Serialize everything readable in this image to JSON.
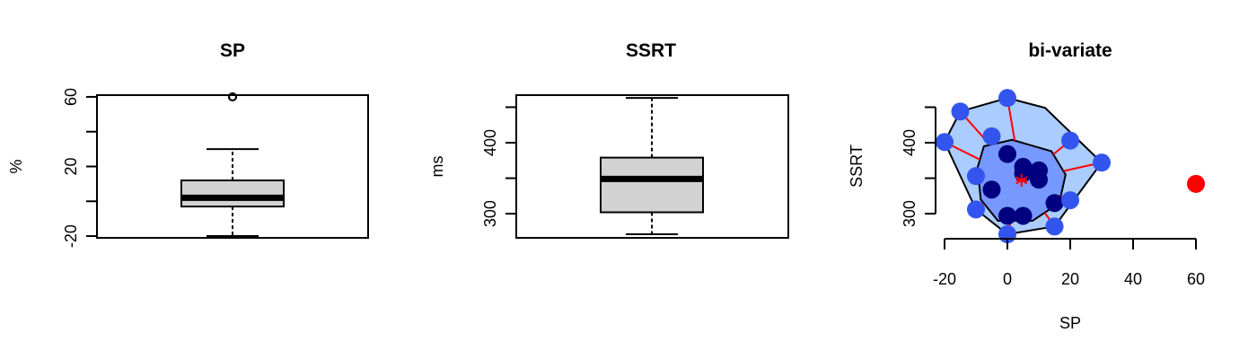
{
  "chart_data": [
    {
      "type": "boxplot",
      "title": "SP",
      "xlabel": "",
      "ylabel": "%",
      "ylim": [
        -21,
        61
      ],
      "yticks": [
        -20,
        0,
        20,
        40,
        60
      ],
      "ytick_labels": [
        "-20",
        "20",
        "60"
      ],
      "box": {
        "whisker_low": -20,
        "q1": -3,
        "median": 2,
        "q3": 12,
        "whisker_high": 30,
        "outliers": [
          60
        ]
      },
      "box_fill": "#d3d3d3"
    },
    {
      "type": "boxplot",
      "title": "SSRT",
      "xlabel": "",
      "ylabel": "ms",
      "ylim": [
        266,
        467
      ],
      "yticks": [
        300,
        350,
        400,
        450
      ],
      "ytick_labels": [
        "300",
        "400"
      ],
      "box": {
        "whisker_low": 271,
        "q1": 302,
        "median": 349,
        "q3": 379,
        "whisker_high": 463,
        "outliers": []
      },
      "box_fill": "#d3d3d3"
    },
    {
      "type": "scatter",
      "title": "bi-variate",
      "xlabel": "SP",
      "ylabel": "SSRT",
      "xlim": [
        -20,
        60
      ],
      "ylim": [
        266,
        467
      ],
      "xticks": [
        -20,
        0,
        20,
        40,
        60
      ],
      "xtick_labels": [
        "-20",
        "0",
        "20",
        "40",
        "60"
      ],
      "yticks": [
        300,
        350,
        400,
        450
      ],
      "ytick_labels": [
        "300",
        "400"
      ],
      "center": {
        "x": 4.5,
        "y": 347
      },
      "inner_points": [
        {
          "x": 0,
          "y": 384
        },
        {
          "x": 5,
          "y": 366
        },
        {
          "x": 5,
          "y": 357
        },
        {
          "x": 10,
          "y": 361
        },
        {
          "x": 10,
          "y": 348
        },
        {
          "x": -5,
          "y": 334
        },
        {
          "x": 0,
          "y": 297
        },
        {
          "x": 5,
          "y": 297
        },
        {
          "x": 15,
          "y": 315
        }
      ],
      "outer_points": [
        {
          "x": 0,
          "y": 463
        },
        {
          "x": -15,
          "y": 444
        },
        {
          "x": -20,
          "y": 401
        },
        {
          "x": -5,
          "y": 409
        },
        {
          "x": 20,
          "y": 403
        },
        {
          "x": 30,
          "y": 372
        },
        {
          "x": -10,
          "y": 353
        },
        {
          "x": -10,
          "y": 306
        },
        {
          "x": 20,
          "y": 319
        },
        {
          "x": 0,
          "y": 271
        },
        {
          "x": 15,
          "y": 282
        }
      ],
      "outliers": [
        {
          "x": 60,
          "y": 342
        }
      ],
      "bag_polygon": [
        {
          "x": -7.5,
          "y": 395
        },
        {
          "x": 1.5,
          "y": 404
        },
        {
          "x": 14,
          "y": 388
        },
        {
          "x": 18.5,
          "y": 355
        },
        {
          "x": 16.5,
          "y": 315
        },
        {
          "x": 8,
          "y": 290
        },
        {
          "x": -3,
          "y": 290
        },
        {
          "x": -8.5,
          "y": 320
        },
        {
          "x": -9.5,
          "y": 365
        }
      ],
      "fence_polygon": [
        {
          "x": -20,
          "y": 401
        },
        {
          "x": -15,
          "y": 444
        },
        {
          "x": 0,
          "y": 463
        },
        {
          "x": 12,
          "y": 449
        },
        {
          "x": 30,
          "y": 372
        },
        {
          "x": 15,
          "y": 282
        },
        {
          "x": 0,
          "y": 271
        },
        {
          "x": -10,
          "y": 306
        }
      ],
      "colors": {
        "fence_fill": "#aaccff",
        "bag_fill": "#7799ff",
        "inner_point": "#000080",
        "outer_point": "#3355ee",
        "outlier_point": "#ff0000",
        "whisker_line": "#ff0000",
        "center_mark": "#ff0000"
      }
    }
  ]
}
